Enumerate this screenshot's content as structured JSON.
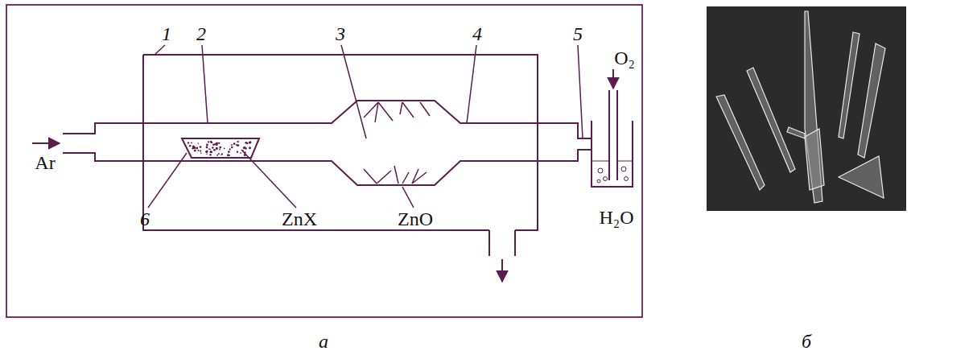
{
  "diagram": {
    "labels": [
      "1",
      "2",
      "3",
      "4",
      "5",
      "O₂",
      "Ar",
      "H₂O",
      "6",
      "ZnX",
      "ZnO",
      "а",
      "б"
    ]
  }
}
